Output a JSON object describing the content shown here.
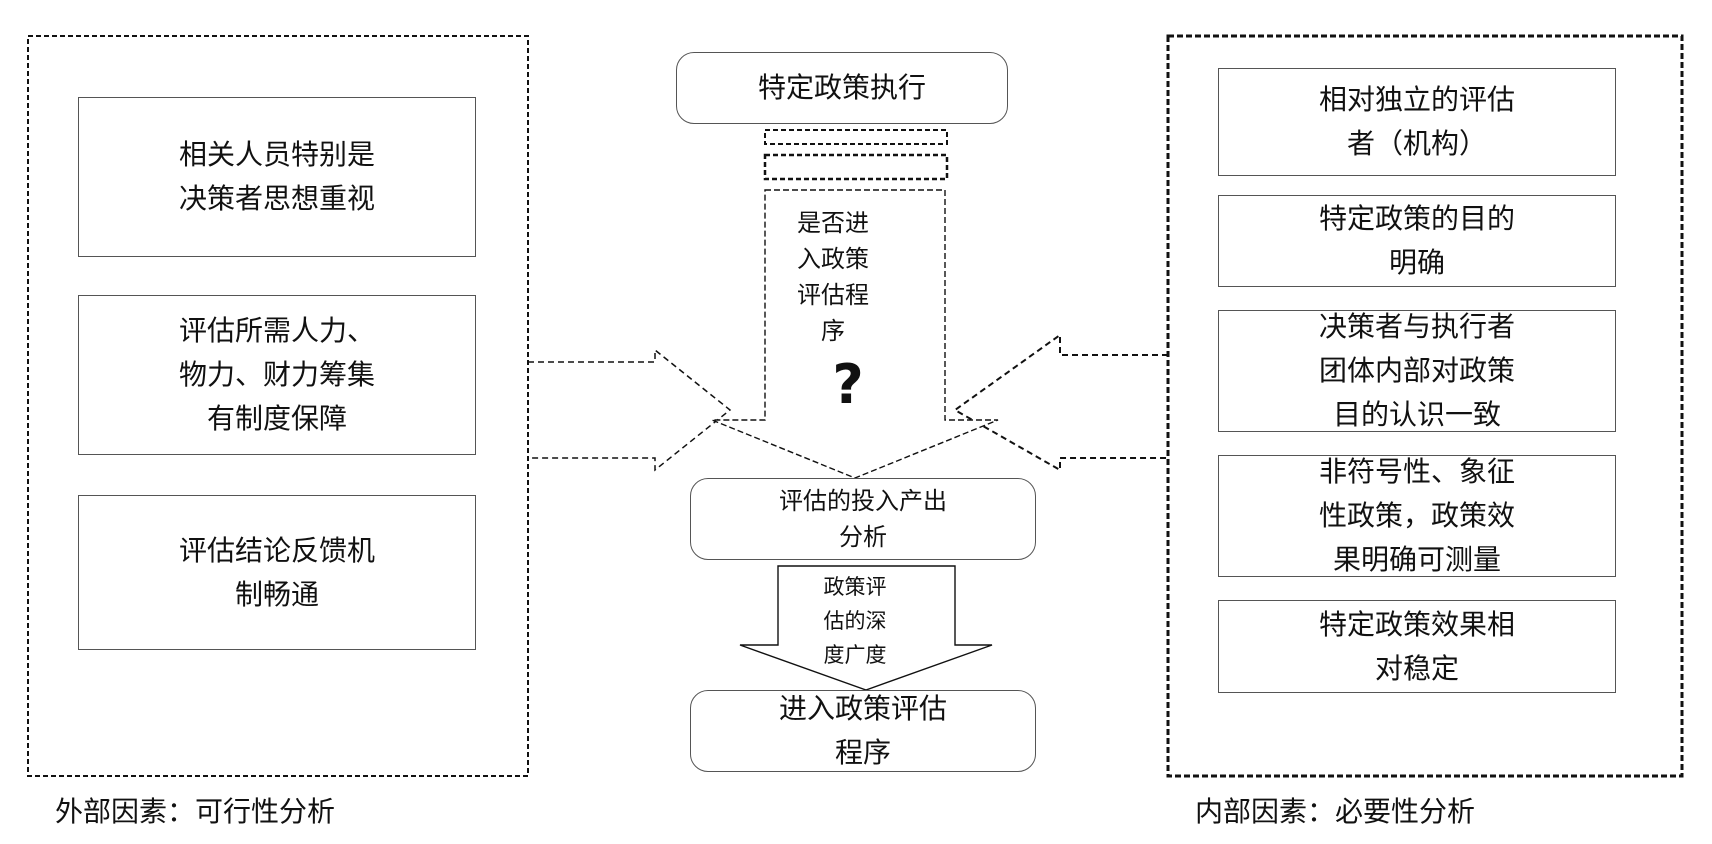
{
  "external": {
    "caption": "外部因素：可行性分析",
    "items": [
      "相关人员特别是\n决策者思想重视",
      "评估所需人力、\n物力、财力筹集\n有制度保障",
      "评估结论反馈机\n制畅通"
    ]
  },
  "internal": {
    "caption": "内部因素：必要性分析",
    "items": [
      "相对独立的评估\n者（机构）",
      "特定政策的目的\n明确",
      "决策者与执行者\n团体内部对政策\n目的认识一致",
      "非符号性、象征\n性政策，政策效\n果明确可测量",
      "特定政策效果相\n对稳定"
    ]
  },
  "center": {
    "top": "特定政策执行",
    "question_text": "是否进\n入政策\n评估程\n序",
    "question_mark": "?",
    "io_analysis": "评估的投入产出\n分析",
    "depth_breadth": "政策评\n估的深\n度广度",
    "result": "进入政策评估\n程序"
  }
}
